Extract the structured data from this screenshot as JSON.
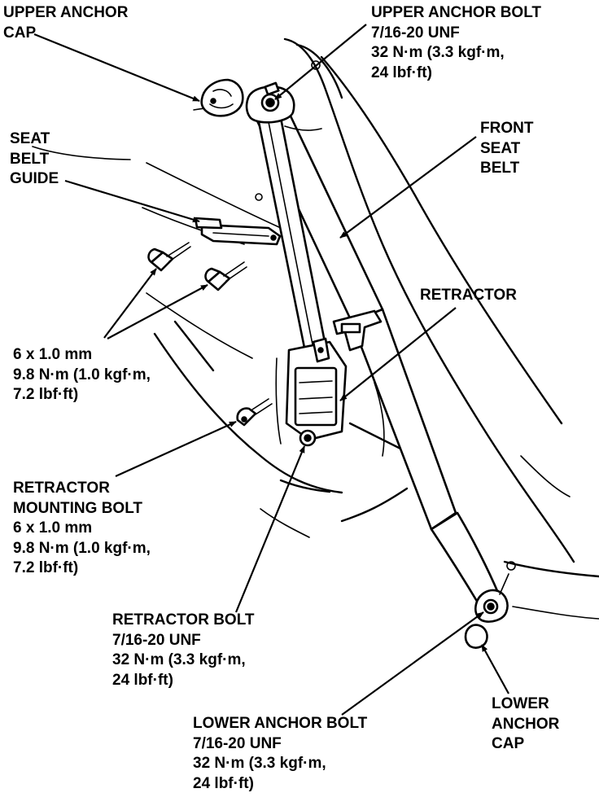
{
  "labels": {
    "upper_anchor_cap": [
      "UPPER ANCHOR",
      "CAP"
    ],
    "upper_anchor_bolt": [
      "UPPER ANCHOR BOLT",
      "7/16-20 UNF",
      "32 N·m (3.3 kgf·m,",
      "24 lbf·ft)"
    ],
    "seat_belt_guide": [
      "SEAT",
      "BELT",
      "GUIDE"
    ],
    "front_seat_belt": [
      "FRONT",
      "SEAT",
      "BELT"
    ],
    "retractor": [
      "RETRACTOR"
    ],
    "guide_bolts": [
      "6 x 1.0 mm",
      "9.8 N·m (1.0 kgf·m,",
      "7.2 lbf·ft)"
    ],
    "retractor_mounting_bolt": [
      "RETRACTOR",
      "MOUNTING BOLT",
      "6 x 1.0 mm",
      "9.8 N·m (1.0 kgf·m,",
      "7.2 lbf·ft)"
    ],
    "retractor_bolt": [
      "RETRACTOR BOLT",
      "7/16-20 UNF",
      "32 N·m (3.3 kgf·m,",
      "24 lbf·ft)"
    ],
    "lower_anchor_bolt": [
      "LOWER ANCHOR BOLT",
      "7/16-20 UNF",
      "32 N·m (3.3 kgf·m,",
      "24 lbf·ft)"
    ],
    "lower_anchor_cap": [
      "LOWER",
      "ANCHOR",
      "CAP"
    ]
  }
}
